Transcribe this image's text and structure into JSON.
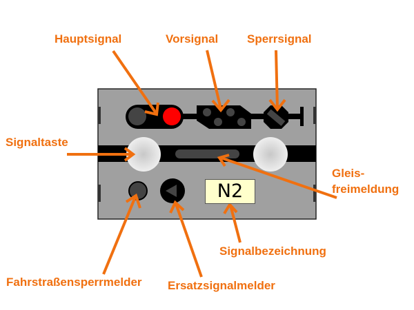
{
  "labels": {
    "hauptsignal": "Hauptsignal",
    "vorsignal": "Vorsignal",
    "sperrsignal": "Sperrsignal",
    "signaltaste": "Signaltaste",
    "gleisfreimeldung_1": "Gleis-",
    "gleisfreimeldung_2": "freimeldung",
    "signalbezeichnung": "Signalbezeichnung",
    "fahrstrassensperrmelder": "Fahrstraßensperrmelder",
    "ersatzsignalmelder": "Ersatzsignalmelder"
  },
  "panel": {
    "signal_name": "N2",
    "hauptsignal_aspect": "red",
    "colors": {
      "panel": "#a0a0a0",
      "track": "#000000",
      "red_light": "#ff0000",
      "dark_light": "#444444",
      "button": "#dcdcdc",
      "name_plate": "#ffffcc",
      "annotation": "#f07010"
    }
  }
}
